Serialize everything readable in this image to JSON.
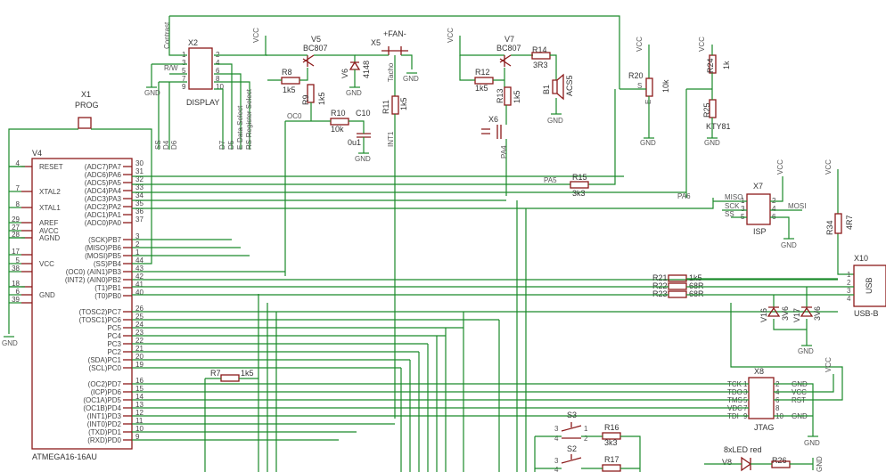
{
  "schematic": {
    "power": {
      "vcc": "VCC",
      "gnd": "GND"
    },
    "mcu": {
      "ref": "V4",
      "part": "ATMEGA16-16AU",
      "left_pins": [
        {
          "num": "4",
          "name": "RESET"
        },
        {
          "num": "7",
          "name": "XTAL2"
        },
        {
          "num": "8",
          "name": "XTAL1"
        },
        {
          "num": "29",
          "name": "AREF"
        },
        {
          "num": "27",
          "name": "AVCC"
        },
        {
          "num": "28",
          "name": "AGND"
        },
        {
          "num": "17",
          "name": ""
        },
        {
          "num": "5",
          "name": "VCC"
        },
        {
          "num": "38",
          "name": ""
        },
        {
          "num": "18",
          "name": ""
        },
        {
          "num": "6",
          "name": "GND"
        },
        {
          "num": "39",
          "name": ""
        }
      ],
      "right_pins": [
        {
          "name": "(ADC7)PA7",
          "num": "30"
        },
        {
          "name": "(ADC6)PA6",
          "num": "31"
        },
        {
          "name": "(ADC5)PA5",
          "num": "32"
        },
        {
          "name": "(ADC4)PA4",
          "num": "33"
        },
        {
          "name": "(ADC3)PA3",
          "num": "34"
        },
        {
          "name": "(ADC2)PA2",
          "num": "35"
        },
        {
          "name": "(ADC1)PA1",
          "num": "36"
        },
        {
          "name": "(ADC0)PA0",
          "num": "37"
        },
        {
          "name": "(SCK)PB7",
          "num": "3"
        },
        {
          "name": "(MISO)PB6",
          "num": "2"
        },
        {
          "name": "(MOSI)PB5",
          "num": "1"
        },
        {
          "name": "(SS)PB4",
          "num": "44"
        },
        {
          "name": "(OC0) (AIN1)PB3",
          "num": "43"
        },
        {
          "name": "(INT2) (AIN0)PB2",
          "num": "42"
        },
        {
          "name": "(T1)PB1",
          "num": "41"
        },
        {
          "name": "(T0)PB0",
          "num": "40"
        },
        {
          "name": "(TOSC2)PC7",
          "num": "26"
        },
        {
          "name": "(TOSC1)PC6",
          "num": "25"
        },
        {
          "name": "PC5",
          "num": "24"
        },
        {
          "name": "PC4",
          "num": "23"
        },
        {
          "name": "PC3",
          "num": "22"
        },
        {
          "name": "PC2",
          "num": "21"
        },
        {
          "name": "(SDA)PC1",
          "num": "20"
        },
        {
          "name": "(SCL)PC0",
          "num": "19"
        },
        {
          "name": "(OC2)PD7",
          "num": "16"
        },
        {
          "name": "(ICP)PD6",
          "num": "15"
        },
        {
          "name": "(OC1A)PD5",
          "num": "14"
        },
        {
          "name": "(OC1B)PD4",
          "num": "13"
        },
        {
          "name": "(INT1)PD3",
          "num": "12"
        },
        {
          "name": "(INT0)PD2",
          "num": "11"
        },
        {
          "name": "(TXD)PD1",
          "num": "10"
        },
        {
          "name": "(RXD)PD0",
          "num": "9"
        }
      ]
    },
    "prog": {
      "ref": "X1",
      "name": "PROG"
    },
    "display": {
      "ref": "X2",
      "name": "DISPLAY",
      "pins_left": [
        "1",
        "3",
        "5",
        "7",
        "9"
      ],
      "pins_right": [
        "2",
        "4",
        "6",
        "8",
        "10"
      ],
      "rw": "R/W",
      "contrast": "Contrast",
      "nets": [
        "SS",
        "D4",
        "D6",
        "D7",
        "D5",
        "E-Data Select",
        "RS-Register Select"
      ]
    },
    "v5": {
      "ref": "V5",
      "part": "BC807"
    },
    "r8": {
      "ref": "R8",
      "value": "1k5"
    },
    "r9": {
      "ref": "R9",
      "value": "1k5"
    },
    "v6": {
      "ref": "V6",
      "part": "4148"
    },
    "fan": {
      "ref": "X5",
      "name": "+FAN-",
      "tacho": "Tacho"
    },
    "r10": {
      "ref": "R10",
      "value": "10k"
    },
    "c10": {
      "ref": "C10",
      "value": "0u1"
    },
    "r11": {
      "ref": "R11",
      "value": "1k5"
    },
    "oc0": "OC0",
    "int1": "INT1",
    "v7": {
      "ref": "V7",
      "part": "BC807"
    },
    "r12": {
      "ref": "R12",
      "value": "1k5"
    },
    "r13": {
      "ref": "R13",
      "value": "1k5"
    },
    "r14": {
      "ref": "R14",
      "value": "3R3"
    },
    "b1": {
      "ref": "B1",
      "part": "ACS5"
    },
    "x6": {
      "ref": "X6"
    },
    "pa4": "PA4",
    "r20": {
      "ref": "R20",
      "value": "10k",
      "pin_s": "S",
      "pin_e": "E"
    },
    "r24": {
      "ref": "R24",
      "value": "1k"
    },
    "r25": {
      "ref": "R25",
      "part": "KTY81"
    },
    "r15": {
      "ref": "R15",
      "value": "3k3"
    },
    "pa5": "PA5",
    "pa6": "PA6",
    "isp": {
      "ref": "X7",
      "name": "ISP",
      "miso": "MISO",
      "sck": "SCK",
      "ss": "SS",
      "mosi": "MOSI",
      "pins_left": [
        "1",
        "3",
        "5"
      ],
      "pins_right": [
        "2",
        "4",
        "6"
      ]
    },
    "r34": {
      "ref": "R34",
      "value": "4R7"
    },
    "usb": {
      "ref": "X10",
      "name": "USB",
      "part": "USB-B",
      "pins": [
        "1",
        "2",
        "3",
        "4"
      ]
    },
    "r21": {
      "ref": "R21",
      "value": "1k5"
    },
    "r22": {
      "ref": "R22",
      "value": "68R"
    },
    "r23": {
      "ref": "R23",
      "value": "68R"
    },
    "v16": {
      "ref": "V16",
      "value": "3V6"
    },
    "v17": {
      "ref": "V17",
      "value": "3V6"
    },
    "r7": {
      "ref": "R7",
      "value": "1k5"
    },
    "jtag": {
      "ref": "X8",
      "name": "JTAG",
      "left": [
        "TCK",
        "TDO",
        "TMS",
        "VDC",
        "TDI"
      ],
      "right": [
        "GND",
        "VCC",
        "RST",
        "",
        "GND"
      ],
      "pins_left": [
        "1",
        "3",
        "5",
        "7",
        "9"
      ],
      "pins_right": [
        "2",
        "4",
        "6",
        "8",
        "10"
      ]
    },
    "s3": {
      "ref": "S3",
      "pins": [
        "3",
        "4",
        "1",
        "2"
      ]
    },
    "s2": {
      "ref": "S2",
      "pins": [
        "3",
        "4"
      ]
    },
    "r16": {
      "ref": "R16",
      "value": "3k3"
    },
    "r17": {
      "ref": "R17"
    },
    "leds": {
      "label": "8xLED red",
      "ref": "V8",
      "res_ref": "R26"
    }
  }
}
